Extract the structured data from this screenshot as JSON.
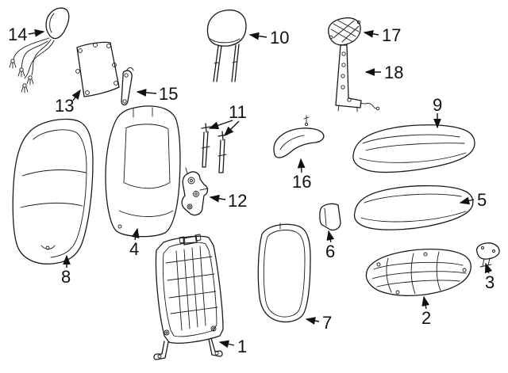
{
  "diagram": {
    "title": "Front seat exploded parts diagram",
    "background_color": "#ffffff",
    "line_color": "#1a1a1a",
    "callouts": [
      {
        "number": "1",
        "part": "seat-back-frame"
      },
      {
        "number": "2",
        "part": "seat-cushion-pan"
      },
      {
        "number": "3",
        "part": "small-clip"
      },
      {
        "number": "4",
        "part": "seat-back-cover"
      },
      {
        "number": "5",
        "part": "seat-cushion-cover"
      },
      {
        "number": "6",
        "part": "side-shield"
      },
      {
        "number": "7",
        "part": "seat-back-panel"
      },
      {
        "number": "8",
        "part": "seat-back-pad"
      },
      {
        "number": "9",
        "part": "seat-cushion-pad"
      },
      {
        "number": "10",
        "part": "headrest"
      },
      {
        "number": "11",
        "part": "headrest-guide-pins"
      },
      {
        "number": "12",
        "part": "recliner-mechanism"
      },
      {
        "number": "13",
        "part": "seat-back-board"
      },
      {
        "number": "14",
        "part": "trim-cap"
      },
      {
        "number": "15",
        "part": "strap"
      },
      {
        "number": "16",
        "part": "side-trim"
      },
      {
        "number": "17",
        "part": "headrest-pad"
      },
      {
        "number": "18",
        "part": "headrest-bracket"
      }
    ]
  }
}
